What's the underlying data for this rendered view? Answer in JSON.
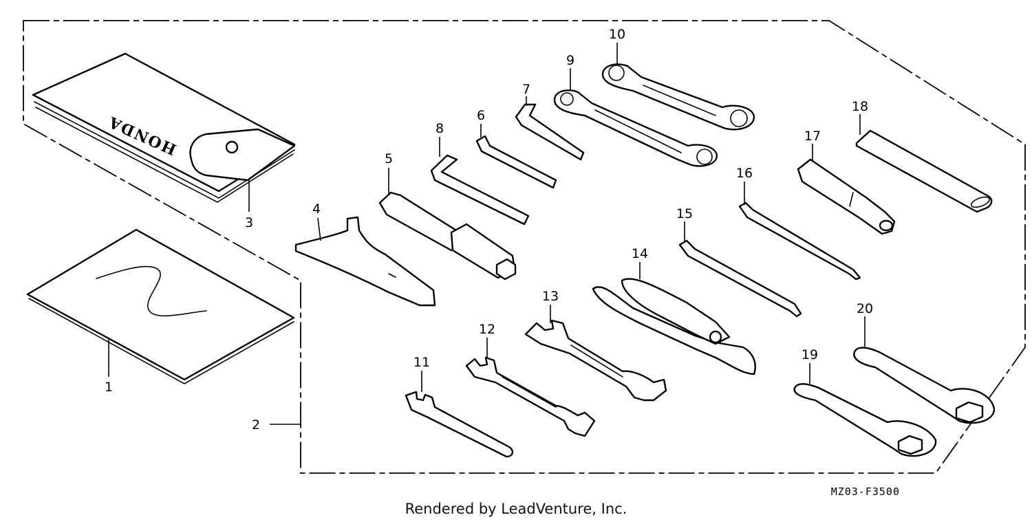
{
  "diagram": {
    "callouts": [
      {
        "id": "1",
        "text": "1"
      },
      {
        "id": "2",
        "text": "2"
      },
      {
        "id": "3",
        "text": "3"
      },
      {
        "id": "4",
        "text": "4"
      },
      {
        "id": "5",
        "text": "5"
      },
      {
        "id": "6",
        "text": "6"
      },
      {
        "id": "7",
        "text": "7"
      },
      {
        "id": "8",
        "text": "8"
      },
      {
        "id": "9",
        "text": "9"
      },
      {
        "id": "10",
        "text": "10"
      },
      {
        "id": "11",
        "text": "11"
      },
      {
        "id": "12",
        "text": "12"
      },
      {
        "id": "13",
        "text": "13"
      },
      {
        "id": "14",
        "text": "14"
      },
      {
        "id": "15",
        "text": "15"
      },
      {
        "id": "16",
        "text": "16"
      },
      {
        "id": "17",
        "text": "17"
      },
      {
        "id": "18",
        "text": "18"
      },
      {
        "id": "19",
        "text": "19"
      },
      {
        "id": "20",
        "text": "20"
      }
    ],
    "pouch_brand": "HONDA",
    "figure_code": "MZ03-F3500"
  },
  "footer": {
    "credit": "Rendered by LeadVenture, Inc."
  },
  "colors": {
    "line": "#000000",
    "background": "#ffffff"
  }
}
